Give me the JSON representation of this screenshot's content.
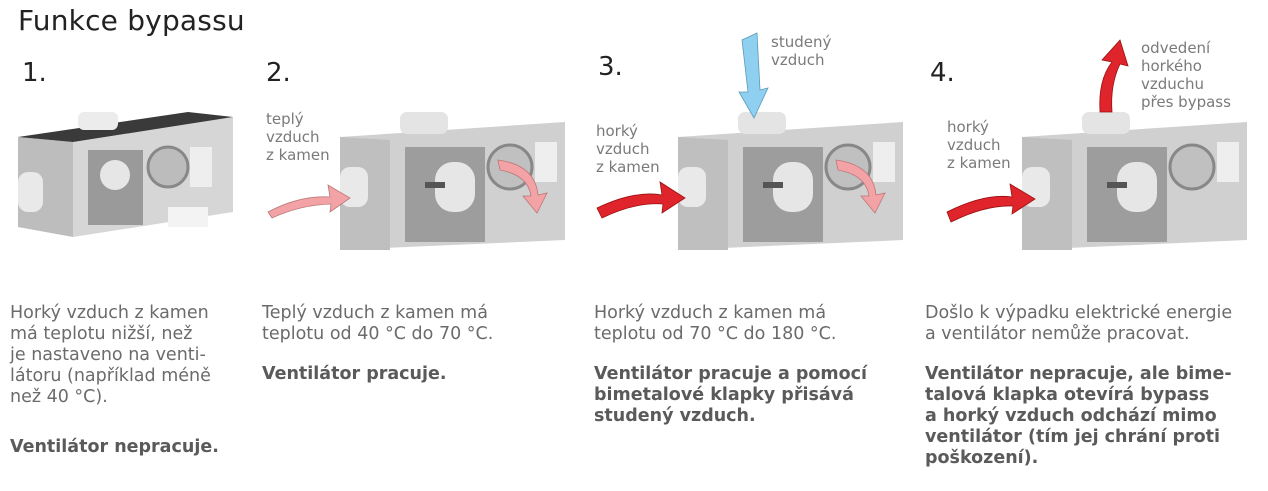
{
  "title": "Funkce bypassu",
  "steps": [
    {
      "number": "1.",
      "description": "Horký vzduch z kamen\nmá teplotu nižší, než\nje nastaveno na venti-\nlátoru (například méně\nnež 40 °C).",
      "status": "Ventilátor nepracuje."
    },
    {
      "number": "2.",
      "inflow_label": "teplý\nvzduch\nz kamen",
      "description": "Teplý vzduch z kamen má\nteplotu od 40 °C do 70 °C.",
      "status": "Ventilátor pracuje."
    },
    {
      "number": "3.",
      "inflow_label": "horký\nvzduch\nz kamen",
      "top_label": "studený\nvzduch",
      "description": "Horký vzduch z kamen má\nteplotu od 70 °C do 180 °C.",
      "status": "Ventilátor pracuje a pomocí\nbimetalové klapky přisává\nstudený vzduch."
    },
    {
      "number": "4.",
      "inflow_label": "horký\nvzduch\nz kamen",
      "top_label": "odvedení\nhorkého\nvzduchu\npřes bypass",
      "description": "Došlo k výpadku elektrické energie\na ventilátor nemůže pracovat.",
      "status": "Ventilátor nepracuje, ale bime-\ntalová klapka otevírá bypass\na horký vzduch odchází mimo\nventilátor (tím jej chrání proti\npoškození)."
    }
  ],
  "colors": {
    "warm_arrow": "#f3a3a6",
    "hot_arrow": "#e0242b",
    "cold_arrow": "#8fd0f0",
    "unit_body": "#cfcfcf"
  }
}
